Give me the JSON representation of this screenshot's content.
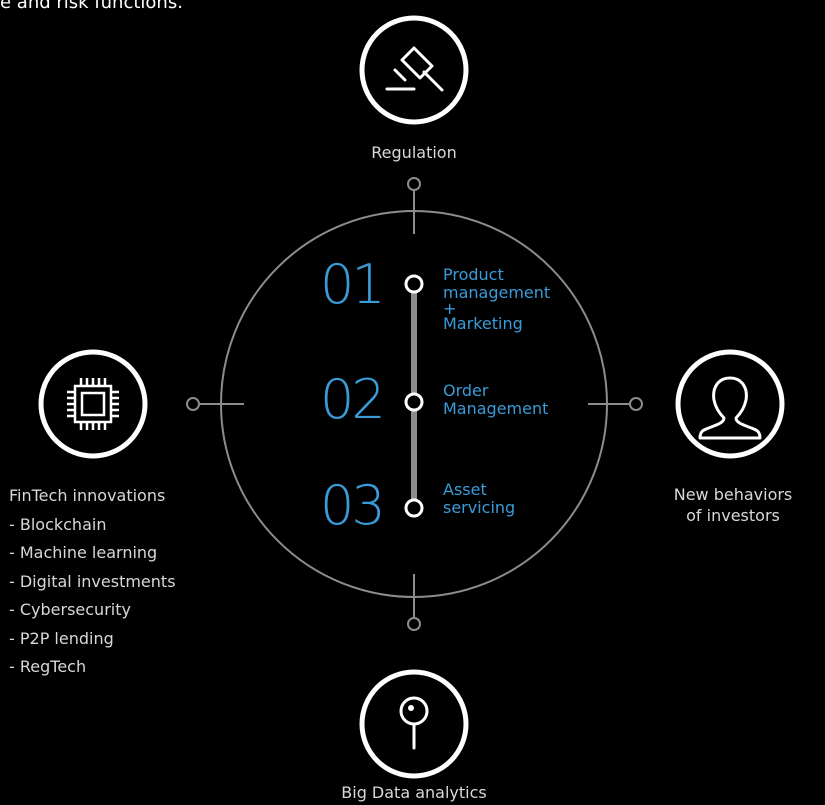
{
  "header": {
    "partial_text": "e and risk functions."
  },
  "nodes": {
    "top": {
      "label": "Regulation",
      "icon": "gavel-icon"
    },
    "right": {
      "label": "New behaviors of investors",
      "line1": "New behaviors",
      "line2": "of investors",
      "icon": "person-icon"
    },
    "bottom": {
      "label": "Big Data analytics",
      "icon": "pin-icon"
    },
    "left": {
      "label": "FinTech innovations",
      "icon": "chip-icon",
      "items": [
        "- Blockchain",
        "- Machine learning",
        "- Digital investments",
        "- Cybersecurity",
        "- P2P lending",
        "- RegTech"
      ]
    }
  },
  "steps": [
    {
      "number": "01",
      "title_lines": [
        "Product",
        "management",
        "+",
        "Marketing"
      ]
    },
    {
      "number": "02",
      "title_lines": [
        "Order",
        "Management"
      ]
    },
    {
      "number": "03",
      "title_lines": [
        "Asset",
        "servicing"
      ]
    }
  ],
  "colors": {
    "background": "#000000",
    "accent": "#3a9bd9",
    "line": "#8c8c8c",
    "icon": "#ffffff"
  }
}
